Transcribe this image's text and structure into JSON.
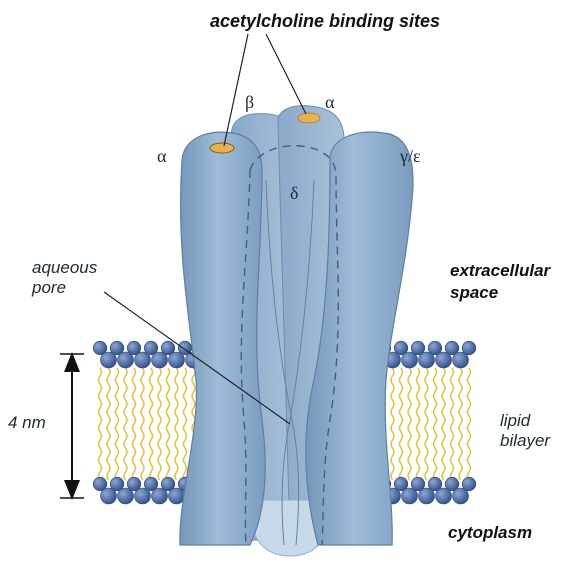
{
  "labels": {
    "binding_sites": "acetylcholine binding sites",
    "subunit_beta": "β",
    "subunit_alpha_right": "α",
    "subunit_alpha_left": "α",
    "subunit_gamma_epsilon": "γ/ε",
    "subunit_delta": "δ",
    "aqueous_pore": [
      "aqueous",
      "pore"
    ],
    "extracellular_space": [
      "extracellular",
      "space"
    ],
    "membrane_thickness": "4 nm",
    "lipid_bilayer": [
      "lipid",
      "bilayer"
    ],
    "cytoplasm": "cytoplasm"
  },
  "colors": {
    "subunit_fill": "#8fb0cf",
    "subunit_fill_light": "#b9cfe3",
    "subunit_outline": "#5d7fa3",
    "lipid_head": "#3e5f9a",
    "lipid_head_light": "#7e9ac6",
    "lipid_tail": "#e8c23a",
    "binding_site": "#e6b24a",
    "text": "#1f2a33"
  }
}
